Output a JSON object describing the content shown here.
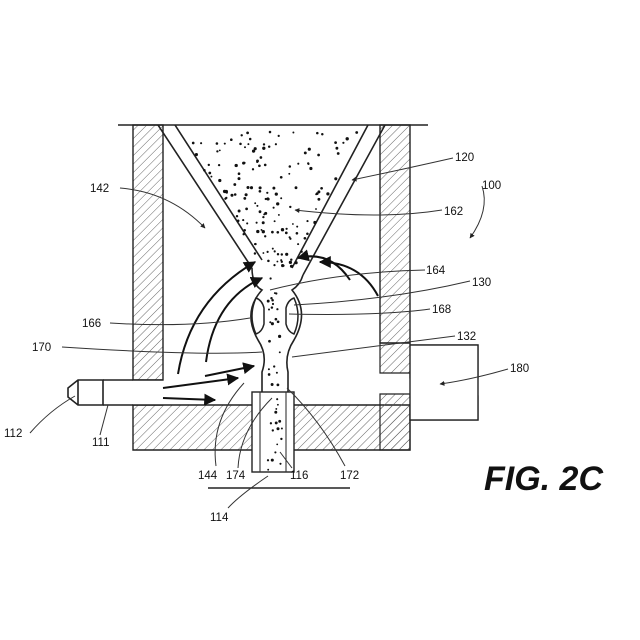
{
  "figure_label": "FIG. 2C",
  "reference_numerals": {
    "r100": "100",
    "r111": "111",
    "r112": "112",
    "r114": "114",
    "r116": "116",
    "r120": "120",
    "r130": "130",
    "r132": "132",
    "r142": "142",
    "r144": "144",
    "r162": "162",
    "r164": "164",
    "r166": "166",
    "r168": "168",
    "r170": "170",
    "r172": "172",
    "r174": "174",
    "r180": "180"
  }
}
